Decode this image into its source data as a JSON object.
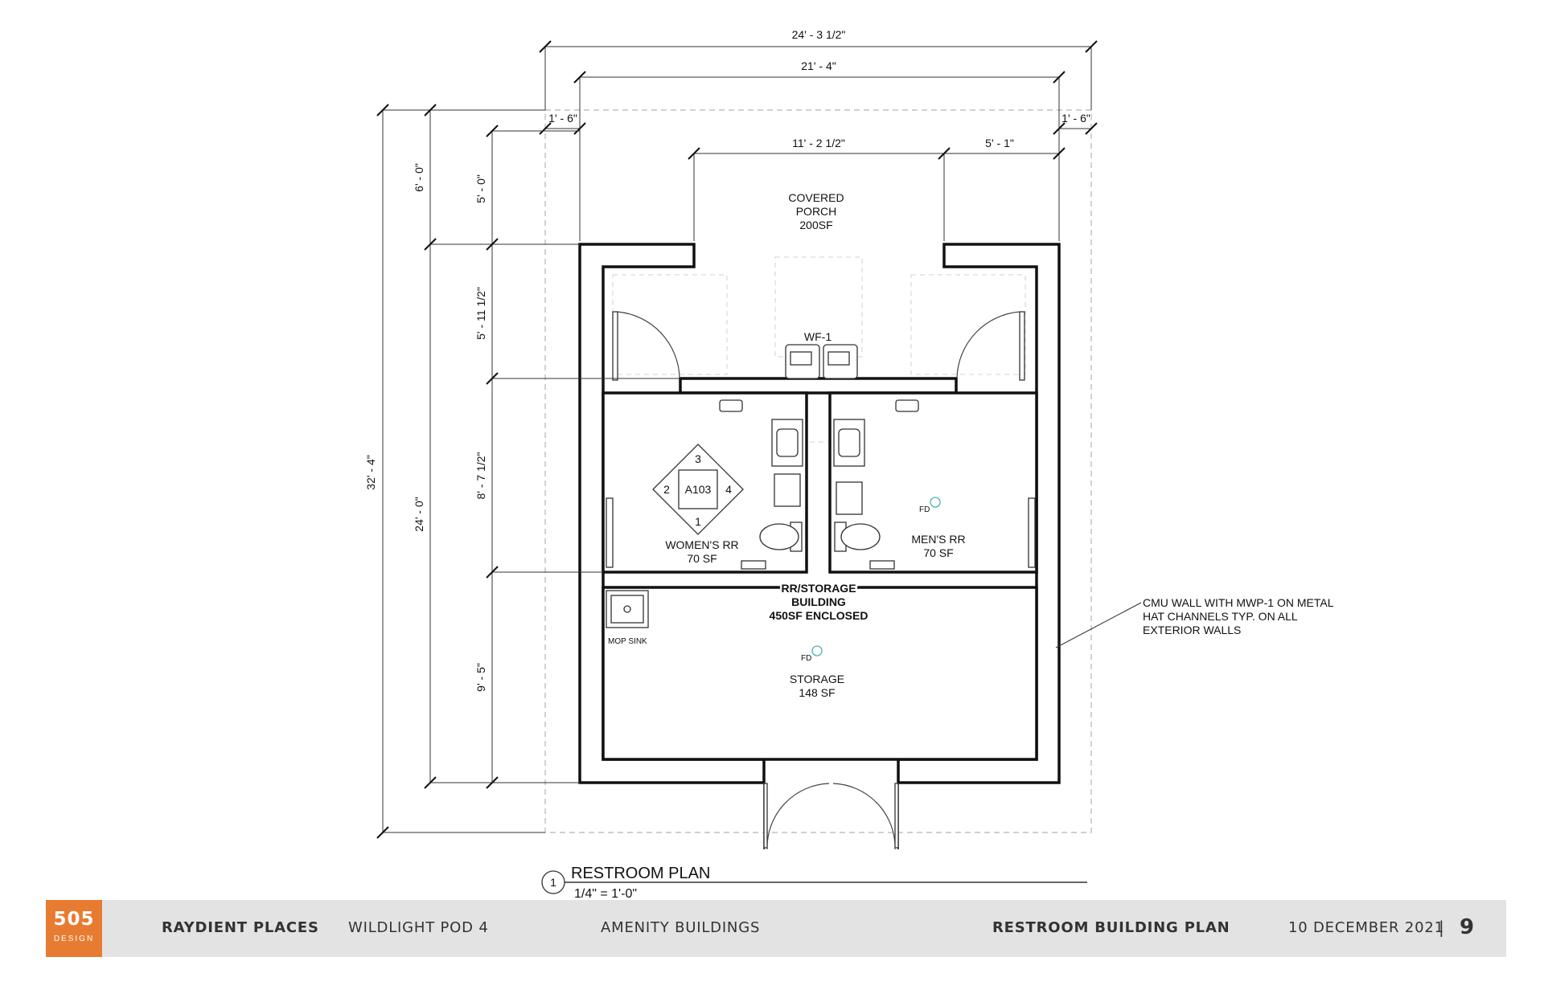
{
  "dimensions": {
    "overall_width": "24' - 3 1/2\"",
    "building_width": "21' - 4\"",
    "overhang_left": "1' - 6\"",
    "overhang_right": "1' - 6\"",
    "porch_opening": "11' - 2 1/2\"",
    "porch_side": "5' - 1\"",
    "overall_depth": "32' - 4\"",
    "porch_depth_outer": "6' - 0\"",
    "building_depth": "24' - 0\"",
    "porch_depth_inner": "5' - 0\"",
    "vestibule_depth": "5' - 11 1/2\"",
    "restroom_depth": "8' - 7 1/2\"",
    "storage_depth": "9' - 5\""
  },
  "rooms": {
    "porch": {
      "line1": "COVERED",
      "line2": "PORCH",
      "area": "200SF"
    },
    "fountain": "WF-1",
    "womens": {
      "name": "WOMEN'S RR",
      "area": "70 SF"
    },
    "mens": {
      "name": "MEN'S RR",
      "area": "70 SF"
    },
    "building": {
      "line1": "RR/STORAGE",
      "line2": "BUILDING",
      "line3": "450SF ENCLOSED"
    },
    "storage": {
      "name": "STORAGE",
      "area": "148 SF"
    },
    "mop_sink": "MOP SINK",
    "floor_drain": "FD"
  },
  "elevation_marker": {
    "ref": "A103",
    "n1": "1",
    "n2": "2",
    "n3": "3",
    "n4": "4"
  },
  "note": {
    "line1": "CMU WALL WITH MWP-1 ON METAL",
    "line2": "HAT CHANNELS TYP. ON ALL",
    "line3": "EXTERIOR WALLS"
  },
  "plan_title": {
    "number": "1",
    "title": "RESTROOM PLAN",
    "scale": "1/4\" = 1'-0\""
  },
  "footer": {
    "logo_number": "505",
    "logo_text": "DESIGN",
    "client": "RAYDIENT PLACES",
    "project": "WILDLIGHT POD 4",
    "category": "AMENITY BUILDINGS",
    "sheet_title": "RESTROOM BUILDING PLAN",
    "date": "10 DECEMBER 2021",
    "page": "9"
  },
  "colors": {
    "logo": "#e87b32",
    "footer_band": "#e3e3e3",
    "floor_drain": "#48b6b0"
  }
}
